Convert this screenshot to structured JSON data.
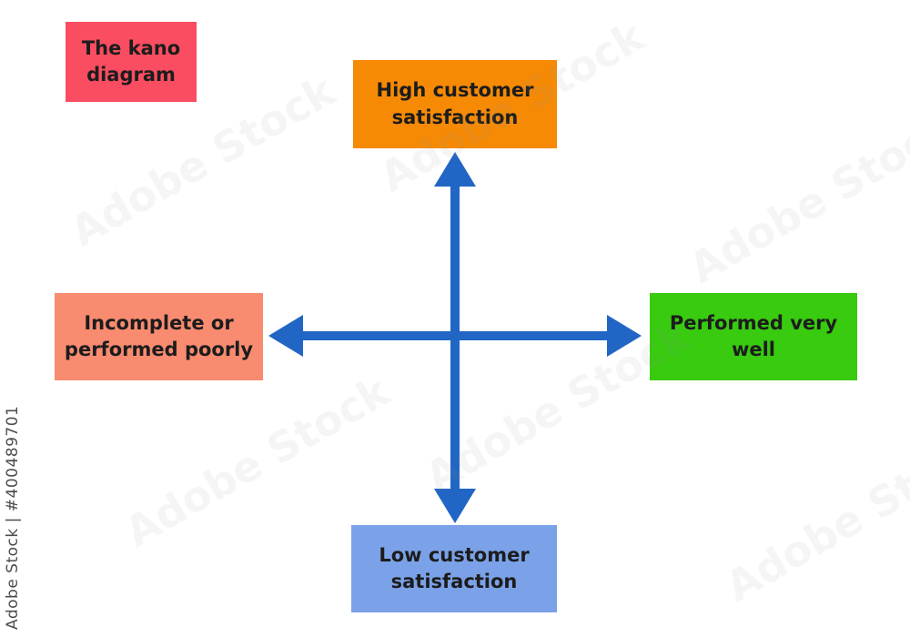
{
  "diagram": {
    "title_box": {
      "label": "The kano diagram",
      "color": "#FB4D61"
    },
    "top_box": {
      "label": "High customer satisfaction",
      "color": "#F68A05"
    },
    "left_box": {
      "label": "Incomplete or performed poorly",
      "color": "#F98B70"
    },
    "right_box": {
      "label": "Performed very well",
      "color": "#38CB10"
    },
    "bottom_box": {
      "label": "Low customer satisfaction",
      "color": "#7BA2E8"
    },
    "arrow_color": "#2166C4",
    "text_color": "#1c1c1c"
  },
  "watermark": {
    "side_text": "Adobe Stock | #400489701",
    "tile_text": "Adobe Stock"
  }
}
